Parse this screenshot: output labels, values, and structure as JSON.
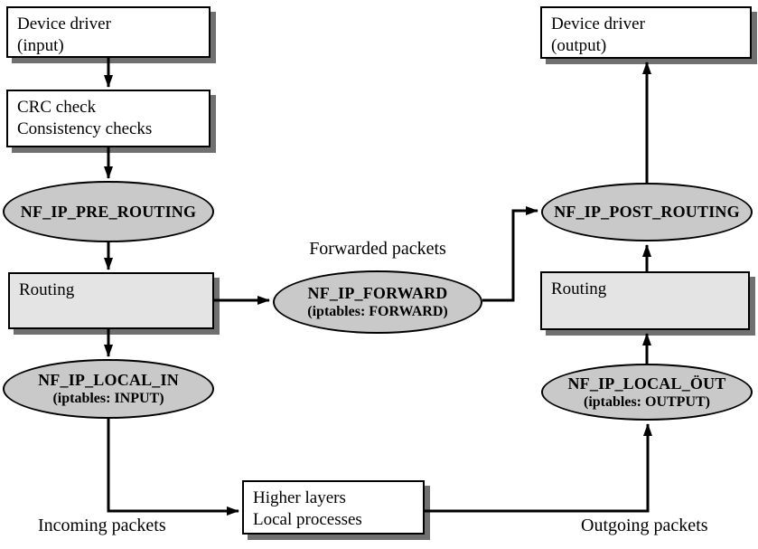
{
  "diagram": {
    "colors": {
      "ellipse_fill": "#c9c9c9",
      "routing_box_fill": "#e4e4e4",
      "plain_box_fill": "#ffffff",
      "shadow": "#707070",
      "line_and_border": "#000000"
    },
    "nodes": {
      "device_driver_input": {
        "line1": "Device driver",
        "line2": "(input)"
      },
      "crc_check": {
        "line1": "CRC check",
        "line2": "Consistency checks"
      },
      "pre_routing_hook": {
        "line1": "NF_IP_PRE_ROUTING"
      },
      "routing_left": {
        "line1": "Routing"
      },
      "local_in_hook": {
        "line1": "NF_IP_LOCAL_IN",
        "line2": "(iptables: INPUT)"
      },
      "higher_layers": {
        "line1": "Higher layers",
        "line2": "Local processes"
      },
      "forward_hook": {
        "line1": "NF_IP_FORWARD",
        "line2": "(iptables: FORWARD)"
      },
      "post_routing_hook": {
        "line1": "NF_IP_POST_ROUTING"
      },
      "routing_right": {
        "line1": "Routing"
      },
      "local_out_hook": {
        "line1": "NF_IP_LOCAL_ÖUT",
        "line2": "(iptables: OUTPUT)"
      },
      "device_driver_output": {
        "line1": "Device driver",
        "line2": "(output)"
      }
    },
    "labels": {
      "forwarded_packets": "Forwarded packets",
      "incoming_packets": "Incoming packets",
      "outgoing_packets": "Outgoing packets"
    }
  }
}
